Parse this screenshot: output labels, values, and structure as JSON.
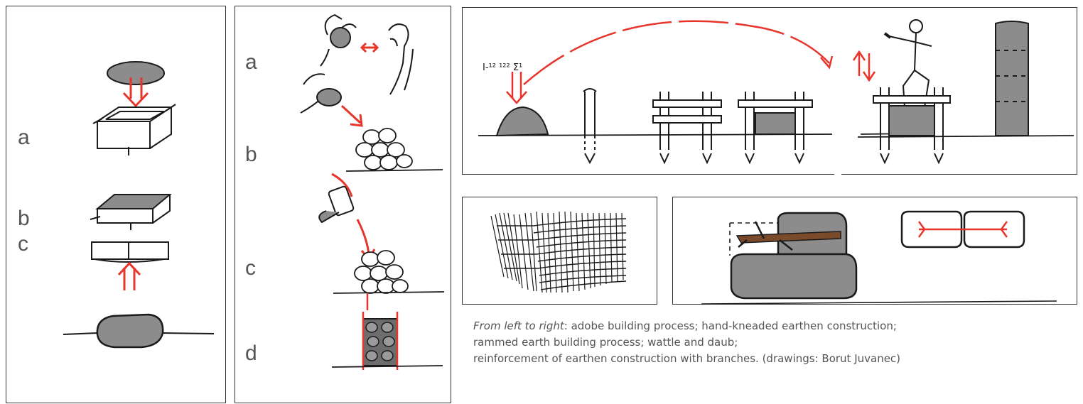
{
  "adobe": {
    "labels": [
      "a",
      "b",
      "c"
    ]
  },
  "kneaded": {
    "labels": [
      "a",
      "b",
      "c",
      "d"
    ]
  },
  "rammed": {
    "annotation": "I-¹² ¹²² Σ¹"
  },
  "caption": {
    "lead": "From left to right",
    "line1": ": adobe building process; hand-kneaded earthen construction;",
    "line2": "rammed earth building process; wattle and daub;",
    "line3": "reinforcement of earthen construction with branches. (drawings: Borut Juvanec)"
  },
  "colors": {
    "accent": "#e8352b",
    "fill": "#8c8c8c",
    "ink": "#1a1a1a"
  }
}
